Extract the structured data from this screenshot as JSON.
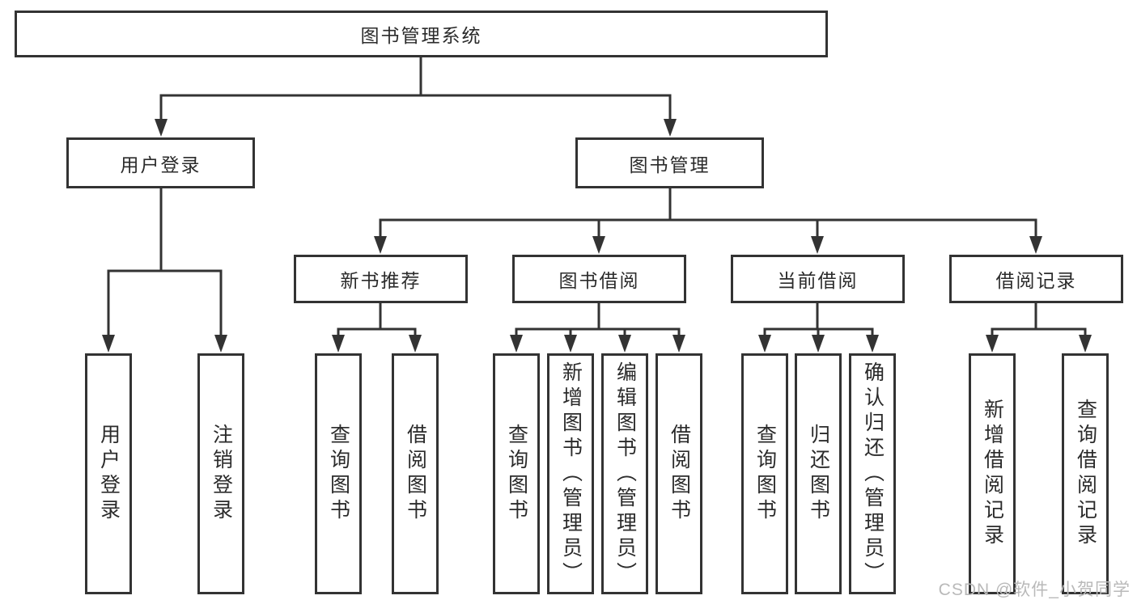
{
  "tree": {
    "label": "图书管理系统",
    "children": [
      {
        "label": "用户登录",
        "children": [
          {
            "label": "用户登录"
          },
          {
            "label": "注销登录"
          }
        ]
      },
      {
        "label": "图书管理",
        "children": [
          {
            "label": "新书推荐",
            "children": [
              {
                "label": "查询图书"
              },
              {
                "label": "借阅图书"
              }
            ]
          },
          {
            "label": "图书借阅",
            "children": [
              {
                "label": "查询图书"
              },
              {
                "label": "新增图书（管理员）"
              },
              {
                "label": "编辑图书（管理员）"
              },
              {
                "label": "借阅图书"
              }
            ]
          },
          {
            "label": "当前借阅",
            "children": [
              {
                "label": "查询图书"
              },
              {
                "label": "归还图书"
              },
              {
                "label": "确认归还（管理员）"
              }
            ]
          },
          {
            "label": "借阅记录",
            "children": [
              {
                "label": "新增借阅记录"
              },
              {
                "label": "查询借阅记录"
              }
            ]
          }
        ]
      }
    ]
  },
  "watermark": {
    "text": "CSDN @软件_小贺同学"
  },
  "colors": {
    "line": "#333333",
    "box_border": "#333333",
    "box_bg": "#ffffff",
    "text": "#2b2b2b",
    "watermark": "#b9b9b9",
    "background": "#ffffff"
  }
}
